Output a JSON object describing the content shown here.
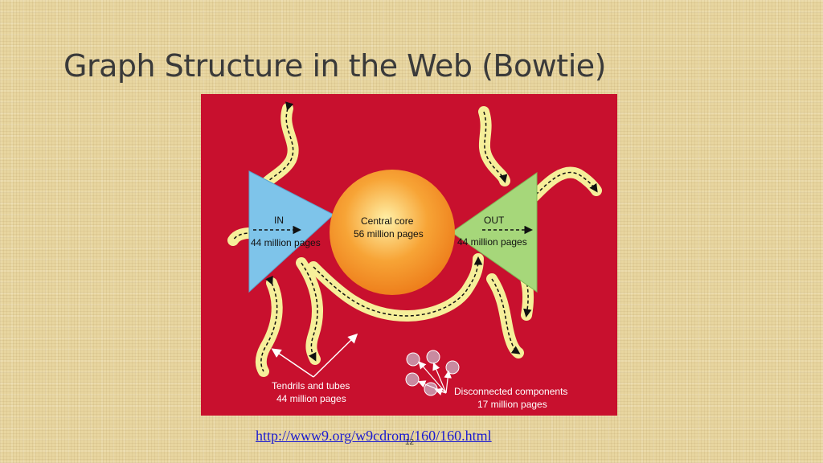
{
  "slide": {
    "title": "Graph Structure in the Web (Bowtie)",
    "link": "http://www9.org/w9cdrom/160/160.html",
    "page_number": "12"
  },
  "diagram": {
    "in_label": "IN",
    "in_pages": "44 million pages",
    "core_label": "Central core",
    "core_pages": "56 million pages",
    "out_label": "OUT",
    "out_pages": "44 million pages",
    "tendrils_label": "Tendrils and tubes",
    "tendrils_pages": "44 million pages",
    "disconnected_label": "Disconnected components",
    "disconnected_pages": "17 million pages"
  },
  "colors": {
    "background": "#c8102e",
    "in_region": "#7ec4ea",
    "out_region": "#a6d77a",
    "core": "#f7a436",
    "tendril": "#f6ef9a",
    "disconnected": "#c98aa0"
  }
}
